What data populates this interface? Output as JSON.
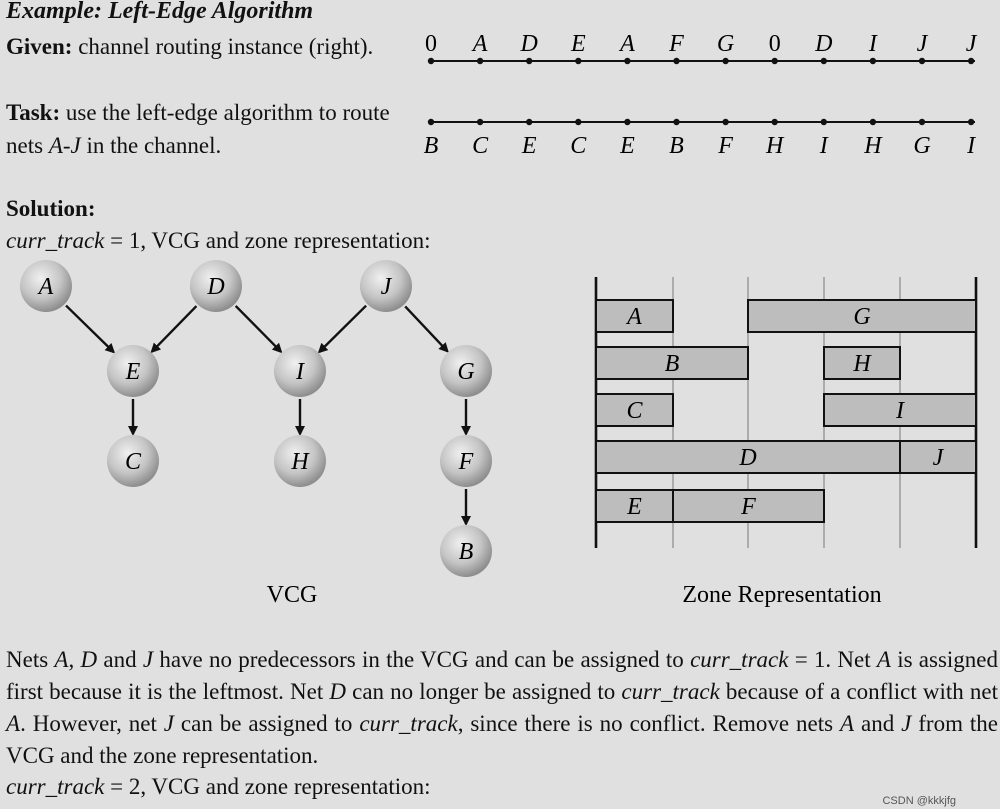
{
  "title": "Example: Left-Edge Algorithm",
  "given": {
    "label": "Given:",
    "text": "channel routing instance (right)."
  },
  "task": {
    "label": "Task:",
    "text_before": "use the left-edge algorithm to route nets",
    "net_range": "A-J",
    "text_after": "in the channel."
  },
  "channel": {
    "top_pins": [
      "0",
      "A",
      "D",
      "E",
      "A",
      "F",
      "G",
      "0",
      "D",
      "I",
      "J",
      "J"
    ],
    "bottom_pins": [
      "B",
      "C",
      "E",
      "C",
      "E",
      "B",
      "F",
      "H",
      "I",
      "H",
      "G",
      "I"
    ]
  },
  "solution_label": "Solution:",
  "curr_track_1": {
    "var": "curr_track",
    "text": " = 1, VCG and zone representation:"
  },
  "vcg": {
    "caption": "VCG",
    "nodes": [
      "A",
      "D",
      "J",
      "E",
      "I",
      "G",
      "C",
      "H",
      "F",
      "B"
    ],
    "edges": [
      [
        "A",
        "E"
      ],
      [
        "D",
        "E"
      ],
      [
        "D",
        "I"
      ],
      [
        "J",
        "I"
      ],
      [
        "J",
        "G"
      ],
      [
        "E",
        "C"
      ],
      [
        "I",
        "H"
      ],
      [
        "G",
        "F"
      ],
      [
        "F",
        "B"
      ]
    ]
  },
  "zone": {
    "caption": "Zone Representation",
    "rows": [
      [
        {
          "net": "A",
          "from": 0,
          "to": 1
        },
        {
          "net": "G",
          "from": 2,
          "to": 5
        }
      ],
      [
        {
          "net": "B",
          "from": 0,
          "to": 2
        },
        {
          "net": "H",
          "from": 3,
          "to": 4
        }
      ],
      [
        {
          "net": "C",
          "from": 0,
          "to": 1
        },
        {
          "net": "I",
          "from": 3,
          "to": 5
        }
      ],
      [
        {
          "net": "D",
          "from": 0,
          "to": 4
        },
        {
          "net": "J",
          "from": 4,
          "to": 5
        }
      ],
      [
        {
          "net": "E",
          "from": 0,
          "to": 1
        },
        {
          "net": "F",
          "from": 1,
          "to": 3
        }
      ]
    ]
  },
  "paragraph": {
    "s1": "Nets ",
    "n1": "A",
    "s2": ", ",
    "n2": "D",
    "s3": " and ",
    "n3": "J",
    "s4": " have no predecessors in the VCG and can be assigned to ",
    "v1": "curr_track",
    "s5": " = 1. Net ",
    "n4": "A",
    "s6": " is assigned first because it is the leftmost. Net ",
    "n5": "D",
    "s7": " can no longer be assigned to ",
    "v2": "curr_track",
    "s8": " because of a conflict with net ",
    "n6": "A",
    "s9": ". However, net ",
    "n7": "J",
    "s10": " can be assigned to ",
    "v3": "curr_track",
    "s11": ", since there is no conflict. Remove nets ",
    "n8": "A",
    "s12": " and ",
    "n9": "J",
    "s13": " from the VCG and the zone representation."
  },
  "curr_track_2": {
    "var": "curr_track",
    "text": " = 2, VCG and zone representation:"
  },
  "watermark": "CSDN @kkkjfg"
}
